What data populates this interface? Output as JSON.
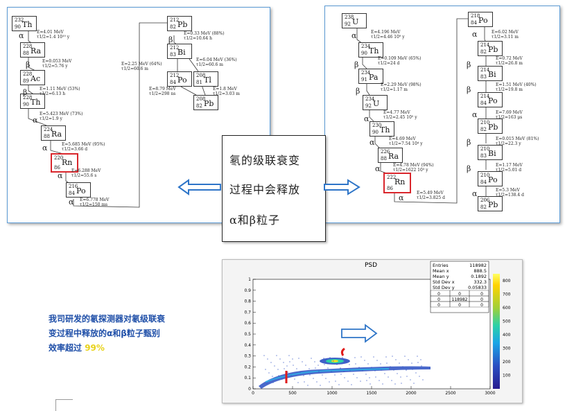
{
  "left_chain": {
    "nuclides": [
      {
        "a": "232",
        "z": "90",
        "s": "Th"
      },
      {
        "a": "228",
        "z": "88",
        "s": "Ra"
      },
      {
        "a": "228",
        "z": "89",
        "s": "Ac"
      },
      {
        "a": "228",
        "z": "90",
        "s": "Th"
      },
      {
        "a": "224",
        "z": "88",
        "s": "Ra"
      },
      {
        "a": "220",
        "z": "86",
        "s": "Rn"
      },
      {
        "a": "216",
        "z": "84",
        "s": "Po"
      },
      {
        "a": "212",
        "z": "82",
        "s": "Pb"
      },
      {
        "a": "212",
        "z": "83",
        "s": "Bi"
      },
      {
        "a": "212",
        "z": "84",
        "s": "Po"
      },
      {
        "a": "208",
        "z": "81",
        "s": "Tl"
      },
      {
        "a": "208",
        "z": "82",
        "s": "Pb"
      }
    ],
    "decays": [
      {
        "mode": "α",
        "e": "E=4.01 MeV",
        "t": "τ1/2=1.4 10¹⁰ y"
      },
      {
        "mode": "β",
        "e": "E=0.053 MeV",
        "t": "τ1/2=5.76 y"
      },
      {
        "mode": "β",
        "e": "E=1.11 MeV (53%)",
        "t": "τ1/2=6.13 h"
      },
      {
        "mode": "α",
        "e": "E=5.423 MeV (73%)",
        "t": "τ1/2=1.9 y"
      },
      {
        "mode": "α",
        "e": "E=5.685 MeV (95%)",
        "t": "τ1/2=3.66 d"
      },
      {
        "mode": "α",
        "e": "E=6.288 MeV",
        "t": "τ1/2=55.6 s"
      },
      {
        "mode": "α",
        "e": "E=6.778 MeV",
        "t": "τ1/2=150 ms"
      },
      {
        "mode": "β",
        "e": "E=0.33 MeV (88%)",
        "t": "τ1/2=10.64 h"
      },
      {
        "mode": "",
        "e": "E=2.25 MeV (64%)",
        "t": "τ1/2=60.6 m"
      },
      {
        "mode": "",
        "e": "E=6.04 MeV (36%)",
        "t": "τ1/2=60.6 m"
      },
      {
        "mode": "",
        "e": "E=8.79 MeV",
        "t": "τ1/2=298 ns"
      },
      {
        "mode": "",
        "e": "E=1.8 MeV",
        "t": "τ1/2=3.03 m"
      }
    ]
  },
  "right_chain": {
    "nuclides": [
      {
        "a": "238",
        "z": "92",
        "s": "U"
      },
      {
        "a": "234",
        "z": "90",
        "s": "Th"
      },
      {
        "a": "234",
        "z": "91",
        "s": "Pa"
      },
      {
        "a": "234",
        "z": "92",
        "s": "U"
      },
      {
        "a": "230",
        "z": "90",
        "s": "Th"
      },
      {
        "a": "226",
        "z": "88",
        "s": "Ra"
      },
      {
        "a": "222",
        "z": "86",
        "s": "Rn"
      },
      {
        "a": "218",
        "z": "84",
        "s": "Po"
      },
      {
        "a": "214",
        "z": "82",
        "s": "Pb"
      },
      {
        "a": "214",
        "z": "83",
        "s": "Bi"
      },
      {
        "a": "214",
        "z": "84",
        "s": "Po"
      },
      {
        "a": "210",
        "z": "82",
        "s": "Pb"
      },
      {
        "a": "210",
        "z": "83",
        "s": "Bi"
      },
      {
        "a": "210",
        "z": "84",
        "s": "Po"
      },
      {
        "a": "206",
        "z": "82",
        "s": "Pb"
      }
    ],
    "decays": [
      {
        "mode": "α",
        "e": "E=4.196 MeV",
        "t": "τ1/2=4.46 10⁹ y"
      },
      {
        "mode": "β",
        "e": "E=0.109 MeV (65%)",
        "t": "τ1/2=24 d"
      },
      {
        "mode": "β",
        "e": "E=2.29 MeV (98%)",
        "t": "τ1/2=1.17 m"
      },
      {
        "mode": "α",
        "e": "E=4.77 MeV",
        "t": "τ1/2=2.45 10⁵ y"
      },
      {
        "mode": "α",
        "e": "E=4.69 MeV",
        "t": "τ1/2=7.54 10⁴ y"
      },
      {
        "mode": "α",
        "e": "E=4.78 MeV (94%)",
        "t": "τ1/2=1622 10³ y"
      },
      {
        "mode": "α",
        "e": "E=5.49 MeV",
        "t": "τ1/2=3.825 d"
      },
      {
        "mode": "α",
        "e": "E=6.02 MeV",
        "t": "τ1/2=3.11 m"
      },
      {
        "mode": "β",
        "e": "E=0.72 MeV",
        "t": "τ1/2=26.8 m"
      },
      {
        "mode": "β",
        "e": "E=1.51 MeV (40%)",
        "t": "τ1/2=19.8 m"
      },
      {
        "mode": "α",
        "e": "E=7.69 MeV",
        "t": "τ1/2=163 μs"
      },
      {
        "mode": "β",
        "e": "E=0.015 MeV (81%)",
        "t": "τ1/2=22.3 y"
      },
      {
        "mode": "β",
        "e": "E=1.17 MeV",
        "t": "τ1/2=5.01 d"
      },
      {
        "mode": "α",
        "e": "E=5.3 MeV",
        "t": "τ1/2=138.4 d"
      }
    ]
  },
  "callout": {
    "line1": "氡的级联衰变",
    "line2": "过程中会释放",
    "line3": "α和β粒子"
  },
  "blue_text": {
    "line1": "我司研发的氡探测器对氡级联衰",
    "line2": "变过程中释放的α和β粒子甄别",
    "line3_prefix": "效率超过 ",
    "line3_highlight": "99%"
  },
  "psd": {
    "title": "PSD",
    "stats": {
      "rows": [
        [
          "Entries",
          "118982"
        ],
        [
          "Mean x",
          "888.5"
        ],
        [
          "Mean y",
          "0.1892"
        ],
        [
          "Std Dev x",
          "332.3"
        ],
        [
          "Std Dev y",
          "0.05833"
        ]
      ],
      "grid": [
        [
          "0",
          "0",
          "0"
        ],
        [
          "0",
          "118982",
          "0"
        ],
        [
          "0",
          "0",
          "0"
        ]
      ]
    },
    "x_ticks": [
      "0",
      "500",
      "1000",
      "1500",
      "2000",
      "2500",
      "3000"
    ],
    "y_ticks": [
      "0",
      "0.1",
      "0.2",
      "0.3",
      "0.4",
      "0.5",
      "0.6",
      "0.7",
      "0.8",
      "0.9",
      "1"
    ],
    "colorbar_ticks": [
      "100",
      "200",
      "300",
      "400",
      "500",
      "600",
      "700",
      "800"
    ]
  },
  "colors": {
    "panel_border": "#5b9bd5",
    "highlight": "#d9262c",
    "arrow": "#2e75c8",
    "blue_text": "#1f4fa8"
  }
}
